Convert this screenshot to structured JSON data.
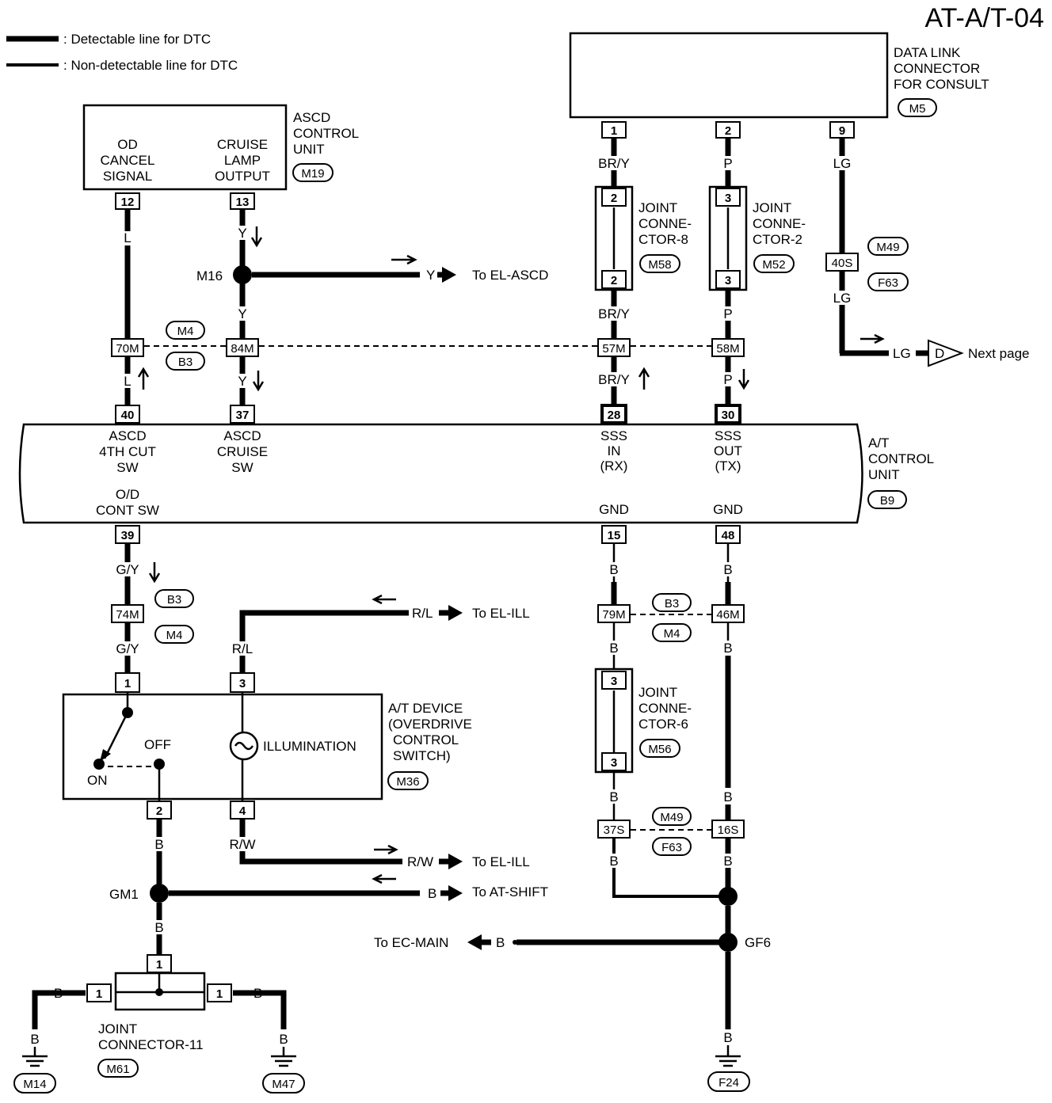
{
  "page_id": "AT-A/T-04",
  "legend": {
    "detectable": ": Detectable line for DTC",
    "non_detectable": ": Non-detectable line for DTC"
  },
  "data_link": {
    "label": [
      "DATA LINK",
      "CONNECTOR",
      "FOR CONSULT"
    ],
    "ref": "M5",
    "pins": [
      "1",
      "2",
      "9"
    ]
  },
  "ascd": {
    "label": [
      "ASCD",
      "CONTROL",
      "UNIT"
    ],
    "ref": "M19",
    "od_signal": [
      "OD",
      "CANCEL",
      "SIGNAL"
    ],
    "lamp_output": [
      "CRUISE",
      "LAMP",
      "OUTPUT"
    ],
    "pins": [
      "12",
      "13"
    ]
  },
  "wires": {
    "L": "L",
    "Y": "Y",
    "BRY": "BR/Y",
    "P": "P",
    "LG": "LG",
    "GY": "G/Y",
    "RL": "R/L",
    "RW": "R/W",
    "B": "B"
  },
  "joints": {
    "jc8": {
      "label": [
        "JOINT",
        "CONNE-",
        "CTOR-8"
      ],
      "ref": "M58",
      "pin": "2"
    },
    "jc2": {
      "label": [
        "JOINT",
        "CONNE-",
        "CTOR-2"
      ],
      "ref": "M52",
      "pin": "3"
    },
    "jc6": {
      "label": [
        "JOINT",
        "CONNE-",
        "CTOR-6"
      ],
      "ref": "M56",
      "pin": "3"
    },
    "jc11": {
      "label": [
        "JOINT",
        "CONNECTOR-11"
      ],
      "ref": "M61",
      "pin": "1"
    }
  },
  "splices": {
    "m16": "M16",
    "gm1": "GM1",
    "gf6": "GF6"
  },
  "connectors": {
    "c40s": "40S",
    "m49": "M49",
    "f63": "F63",
    "c70m": "70M",
    "c84m": "84M",
    "c57m": "57M",
    "c58m": "58M",
    "m4": "M4",
    "b3": "B3",
    "c74m": "74M",
    "c79m": "79M",
    "c46m": "46M",
    "c37s": "37S",
    "c16s": "16S"
  },
  "refs": {
    "to_el_ascd": "To EL-ASCD",
    "to_el_ill_1": "To EL-ILL",
    "to_el_ill_2": "To EL-ILL",
    "to_at_shift": "To AT-SHIFT",
    "to_ec_main": "To EC-MAIN",
    "next_page": "Next page",
    "d_marker": "D"
  },
  "tcm": {
    "label": [
      "A/T",
      "CONTROL",
      "UNIT"
    ],
    "ref": "B9",
    "pins": {
      "p40": "40",
      "p37": "37",
      "p28": "28",
      "p30": "30",
      "p39": "39",
      "p15": "15",
      "p48": "48"
    },
    "p40_label": [
      "ASCD",
      "4TH CUT",
      "SW"
    ],
    "p37_label": [
      "ASCD",
      "CRUISE",
      "SW"
    ],
    "p28_label": [
      "SSS",
      "IN",
      "(RX)"
    ],
    "p30_label": [
      "SSS",
      "OUT",
      "(TX)"
    ],
    "p39_label": [
      "O/D",
      "CONT SW"
    ],
    "gnd": "GND"
  },
  "device": {
    "label": [
      "A/T DEVICE",
      "(OVERDRIVE",
      "CONTROL",
      "SWITCH)"
    ],
    "ref": "M36",
    "pins": {
      "p1": "1",
      "p3": "3",
      "p2": "2",
      "p4": "4"
    },
    "off": "OFF",
    "on": "ON",
    "illumination": "ILLUMINATION"
  },
  "grounds": {
    "m14": "M14",
    "m47": "M47",
    "f24": "F24"
  }
}
